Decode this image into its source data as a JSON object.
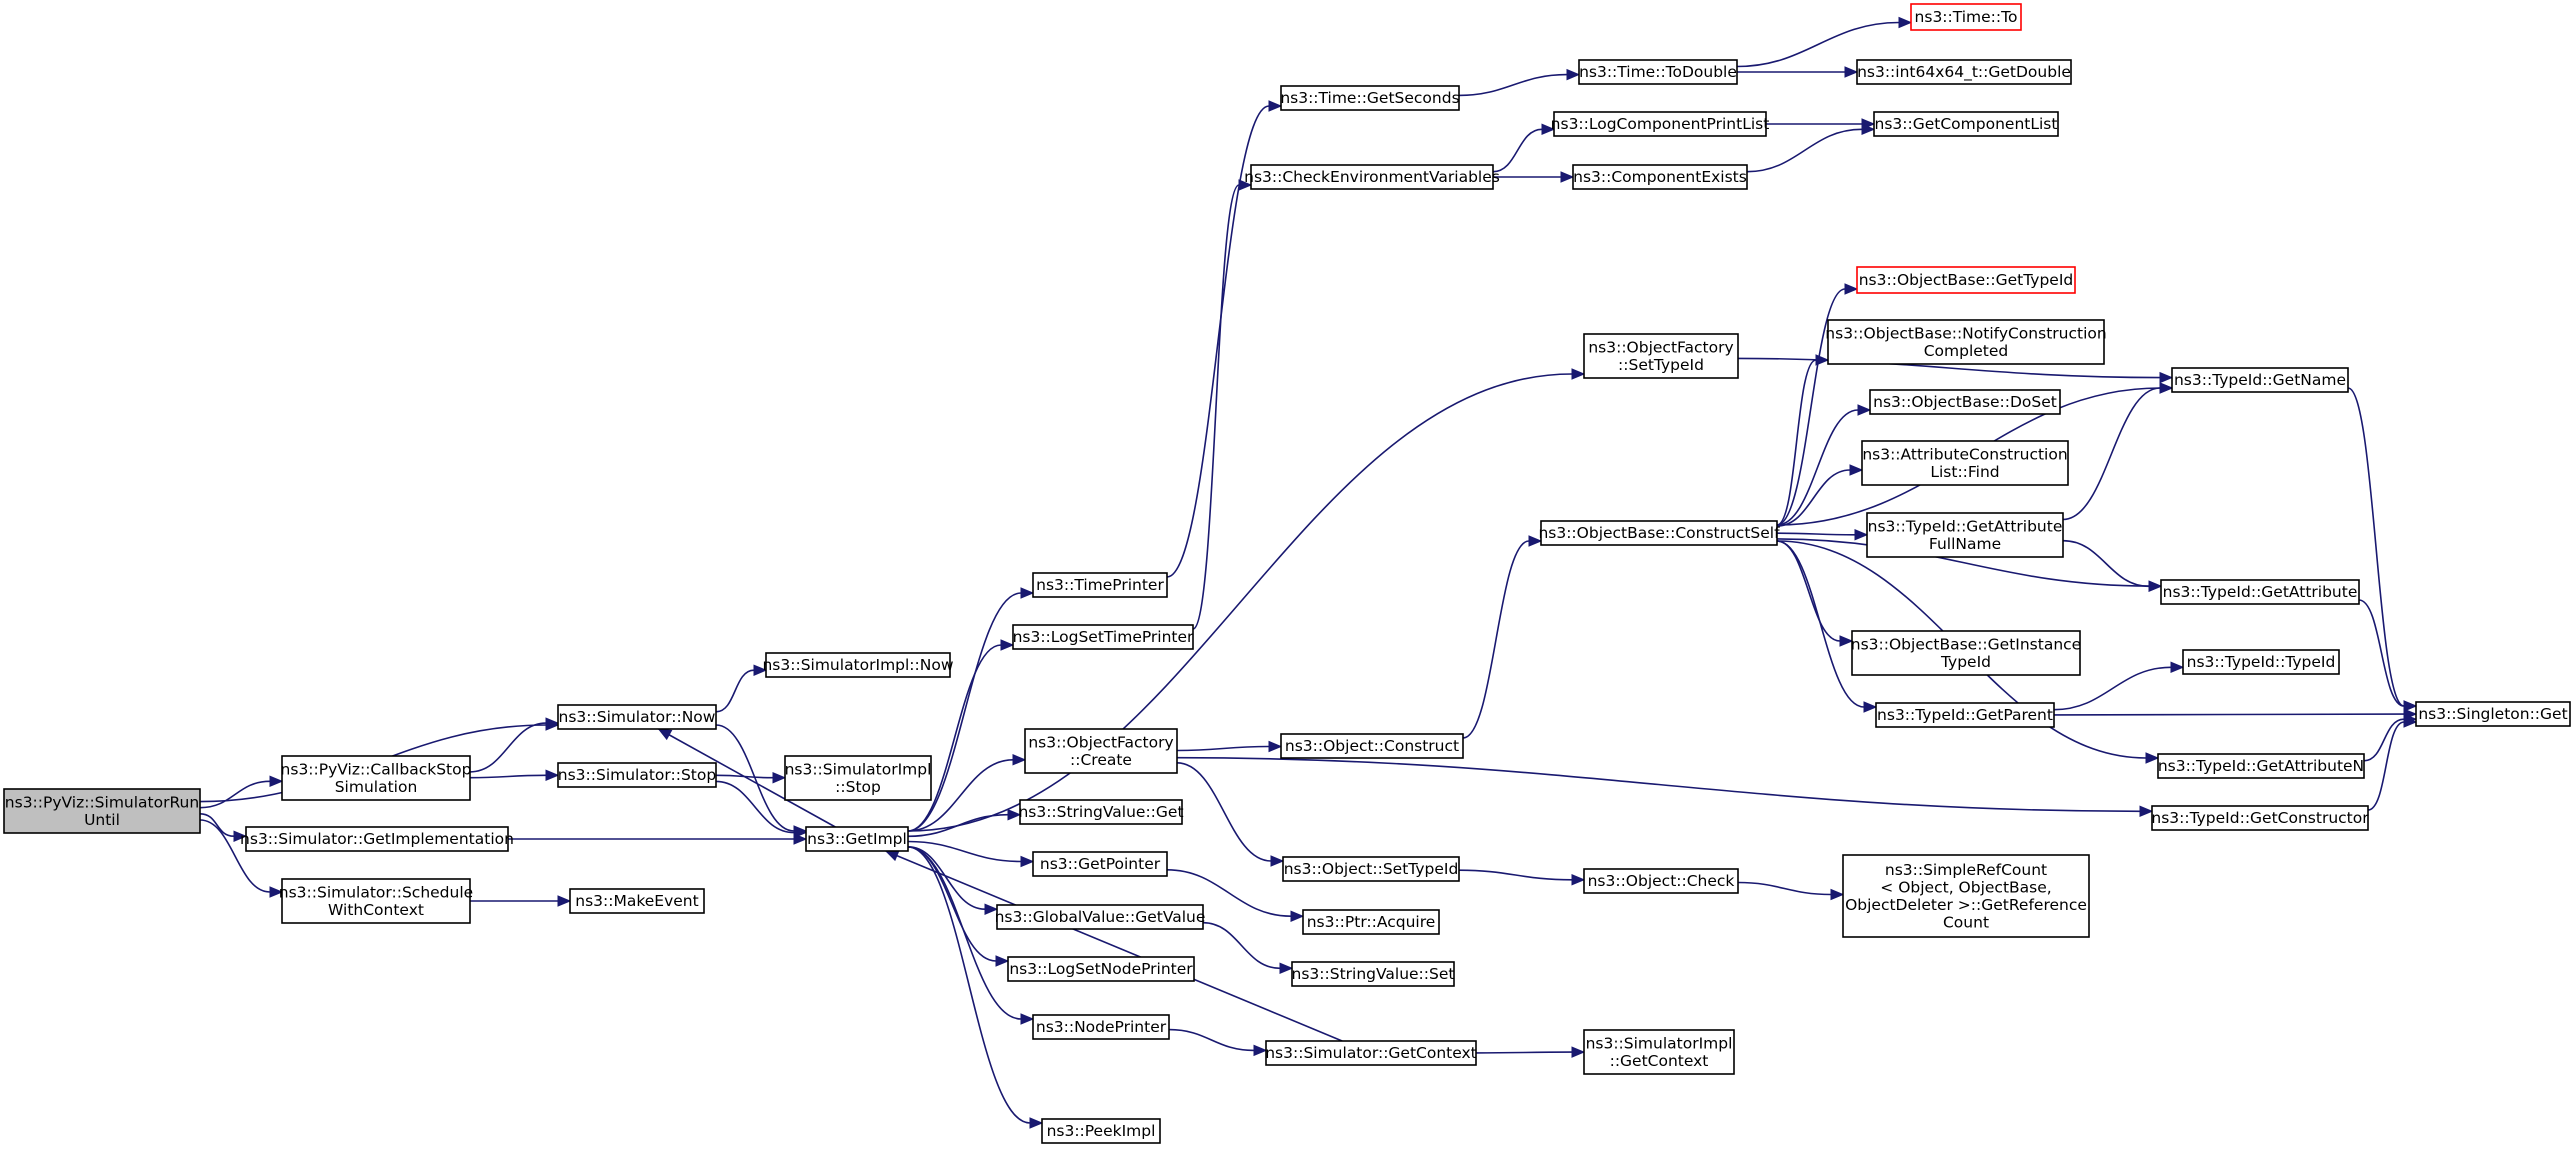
{
  "graph": {
    "nodes": [
      {
        "id": "root",
        "lines": [
          "ns3::PyViz::SimulatorRun",
          "Until"
        ],
        "style": "root"
      },
      {
        "id": "sim_now",
        "lines": [
          "ns3::Simulator::Now"
        ]
      },
      {
        "id": "pyviz_cb",
        "lines": [
          "ns3::PyViz::CallbackStop",
          "Simulation"
        ]
      },
      {
        "id": "sim_getimpl",
        "lines": [
          "ns3::Simulator::GetImplementation"
        ]
      },
      {
        "id": "sim_sched",
        "lines": [
          "ns3::Simulator::Schedule",
          "WithContext"
        ]
      },
      {
        "id": "simimpl_now",
        "lines": [
          "ns3::SimulatorImpl::Now"
        ]
      },
      {
        "id": "sim_stop",
        "lines": [
          "ns3::Simulator::Stop"
        ]
      },
      {
        "id": "simimpl_stop",
        "lines": [
          "ns3::SimulatorImpl",
          "::Stop"
        ]
      },
      {
        "id": "getimpl",
        "lines": [
          "ns3::GetImpl"
        ]
      },
      {
        "id": "makeevent",
        "lines": [
          "ns3::MakeEvent"
        ]
      },
      {
        "id": "timeprinter",
        "lines": [
          "ns3::TimePrinter"
        ]
      },
      {
        "id": "logsettimeprinter",
        "lines": [
          "ns3::LogSetTimePrinter"
        ]
      },
      {
        "id": "objfactory_create",
        "lines": [
          "ns3::ObjectFactory",
          "::Create"
        ]
      },
      {
        "id": "stringvalue_get",
        "lines": [
          "ns3::StringValue::Get"
        ]
      },
      {
        "id": "getpointer",
        "lines": [
          "ns3::GetPointer"
        ]
      },
      {
        "id": "globalvalue_getvalue",
        "lines": [
          "ns3::GlobalValue::GetValue"
        ]
      },
      {
        "id": "logsetnodeprinter",
        "lines": [
          "ns3::LogSetNodePrinter"
        ]
      },
      {
        "id": "nodeprinter",
        "lines": [
          "ns3::NodePrinter"
        ]
      },
      {
        "id": "peekimpl",
        "lines": [
          "ns3::PeekImpl"
        ]
      },
      {
        "id": "time_getseconds",
        "lines": [
          "ns3::Time::GetSeconds"
        ]
      },
      {
        "id": "checkenv",
        "lines": [
          "ns3::CheckEnvironmentVariables"
        ]
      },
      {
        "id": "object_construct",
        "lines": [
          "ns3::Object::Construct"
        ]
      },
      {
        "id": "object_settypeid",
        "lines": [
          "ns3::Object::SetTypeId"
        ]
      },
      {
        "id": "ptr_acquire",
        "lines": [
          "ns3::Ptr::Acquire"
        ]
      },
      {
        "id": "stringvalue_set",
        "lines": [
          "ns3::StringValue::Set"
        ]
      },
      {
        "id": "sim_getcontext",
        "lines": [
          "ns3::Simulator::GetContext"
        ]
      },
      {
        "id": "time_todouble",
        "lines": [
          "ns3::Time::ToDouble"
        ]
      },
      {
        "id": "logcompprintlist",
        "lines": [
          "ns3::LogComponentPrintList"
        ]
      },
      {
        "id": "compexists",
        "lines": [
          "ns3::ComponentExists"
        ]
      },
      {
        "id": "objfactory_settypeid",
        "lines": [
          "ns3::ObjectFactory",
          "::SetTypeId"
        ]
      },
      {
        "id": "objbase_constructself",
        "lines": [
          "ns3::ObjectBase::ConstructSelf"
        ]
      },
      {
        "id": "object_check",
        "lines": [
          "ns3::Object::Check"
        ]
      },
      {
        "id": "simimpl_getcontext",
        "lines": [
          "ns3::SimulatorImpl",
          "::GetContext"
        ]
      },
      {
        "id": "time_to",
        "lines": [
          "ns3::Time::To"
        ],
        "style": "red"
      },
      {
        "id": "int64_getdouble",
        "lines": [
          "ns3::int64x64_t::GetDouble"
        ]
      },
      {
        "id": "getcomplist",
        "lines": [
          "ns3::GetComponentList"
        ]
      },
      {
        "id": "objbase_gettypeid",
        "lines": [
          "ns3::ObjectBase::GetTypeId"
        ],
        "style": "red"
      },
      {
        "id": "objbase_notify",
        "lines": [
          "ns3::ObjectBase::NotifyConstruction",
          "Completed"
        ]
      },
      {
        "id": "objbase_doset",
        "lines": [
          "ns3::ObjectBase::DoSet"
        ]
      },
      {
        "id": "attrconstr_find",
        "lines": [
          "ns3::AttributeConstruction",
          "List::Find"
        ]
      },
      {
        "id": "typeid_getattrfullname",
        "lines": [
          "ns3::TypeId::GetAttribute",
          "FullName"
        ]
      },
      {
        "id": "objbase_getinstancetypeid",
        "lines": [
          "ns3::ObjectBase::GetInstance",
          "TypeId"
        ]
      },
      {
        "id": "typeid_getparent",
        "lines": [
          "ns3::TypeId::GetParent"
        ]
      },
      {
        "id": "simplerefcount",
        "lines": [
          "ns3::SimpleRefCount",
          "< Object, ObjectBase,",
          " ObjectDeleter >::GetReference",
          "Count"
        ]
      },
      {
        "id": "typeid_getname",
        "lines": [
          "ns3::TypeId::GetName"
        ]
      },
      {
        "id": "typeid_getattribute",
        "lines": [
          "ns3::TypeId::GetAttribute"
        ]
      },
      {
        "id": "typeid_typeid",
        "lines": [
          "ns3::TypeId::TypeId"
        ]
      },
      {
        "id": "typeid_getattributen",
        "lines": [
          "ns3::TypeId::GetAttributeN"
        ]
      },
      {
        "id": "typeid_getconstructor",
        "lines": [
          "ns3::TypeId::GetConstructor"
        ]
      },
      {
        "id": "singleton_get",
        "lines": [
          "ns3::Singleton::Get"
        ]
      }
    ],
    "edges": [
      [
        "root",
        "sim_now"
      ],
      [
        "root",
        "pyviz_cb"
      ],
      [
        "root",
        "sim_getimpl"
      ],
      [
        "root",
        "sim_sched"
      ],
      [
        "pyviz_cb",
        "sim_now"
      ],
      [
        "pyviz_cb",
        "sim_stop"
      ],
      [
        "sim_now",
        "simimpl_now"
      ],
      [
        "sim_now",
        "getimpl"
      ],
      [
        "sim_stop",
        "simimpl_stop"
      ],
      [
        "sim_stop",
        "getimpl"
      ],
      [
        "sim_getimpl",
        "getimpl"
      ],
      [
        "sim_sched",
        "makeevent"
      ],
      [
        "getimpl",
        "sim_now"
      ],
      [
        "getimpl",
        "timeprinter"
      ],
      [
        "getimpl",
        "logsettimeprinter"
      ],
      [
        "getimpl",
        "objfactory_settypeid"
      ],
      [
        "getimpl",
        "objfactory_create"
      ],
      [
        "getimpl",
        "stringvalue_get"
      ],
      [
        "getimpl",
        "getpointer"
      ],
      [
        "getimpl",
        "globalvalue_getvalue"
      ],
      [
        "getimpl",
        "logsetnodeprinter"
      ],
      [
        "getimpl",
        "nodeprinter"
      ],
      [
        "getimpl",
        "peekimpl"
      ],
      [
        "sim_getcontext",
        "getimpl"
      ],
      [
        "timeprinter",
        "time_getseconds"
      ],
      [
        "logsettimeprinter",
        "checkenv"
      ],
      [
        "objfactory_create",
        "object_construct"
      ],
      [
        "objfactory_create",
        "object_settypeid"
      ],
      [
        "objfactory_create",
        "typeid_getconstructor"
      ],
      [
        "getpointer",
        "ptr_acquire"
      ],
      [
        "globalvalue_getvalue",
        "stringvalue_set"
      ],
      [
        "nodeprinter",
        "sim_getcontext"
      ],
      [
        "time_getseconds",
        "time_todouble"
      ],
      [
        "time_todouble",
        "time_to"
      ],
      [
        "time_todouble",
        "int64_getdouble"
      ],
      [
        "checkenv",
        "logcompprintlist"
      ],
      [
        "checkenv",
        "compexists"
      ],
      [
        "logcompprintlist",
        "getcomplist"
      ],
      [
        "compexists",
        "getcomplist"
      ],
      [
        "object_construct",
        "objbase_constructself"
      ],
      [
        "object_settypeid",
        "object_check"
      ],
      [
        "object_check",
        "simplerefcount"
      ],
      [
        "sim_getcontext",
        "simimpl_getcontext"
      ],
      [
        "objfactory_settypeid",
        "typeid_getname"
      ],
      [
        "objbase_constructself",
        "objbase_gettypeid"
      ],
      [
        "objbase_constructself",
        "objbase_notify"
      ],
      [
        "objbase_constructself",
        "objbase_doset"
      ],
      [
        "objbase_constructself",
        "attrconstr_find"
      ],
      [
        "objbase_constructself",
        "typeid_getattrfullname"
      ],
      [
        "objbase_constructself",
        "typeid_getattribute"
      ],
      [
        "objbase_constructself",
        "objbase_getinstancetypeid"
      ],
      [
        "objbase_constructself",
        "typeid_getparent"
      ],
      [
        "objbase_constructself",
        "typeid_getattributen"
      ],
      [
        "objbase_constructself",
        "typeid_getname"
      ],
      [
        "typeid_getattrfullname",
        "typeid_getname"
      ],
      [
        "typeid_getattrfullname",
        "typeid_getattribute"
      ],
      [
        "typeid_getparent",
        "typeid_typeid"
      ],
      [
        "typeid_getparent",
        "singleton_get"
      ],
      [
        "typeid_getname",
        "singleton_get"
      ],
      [
        "typeid_getattribute",
        "singleton_get"
      ],
      [
        "typeid_getattributen",
        "singleton_get"
      ],
      [
        "typeid_getconstructor",
        "singleton_get"
      ]
    ]
  }
}
